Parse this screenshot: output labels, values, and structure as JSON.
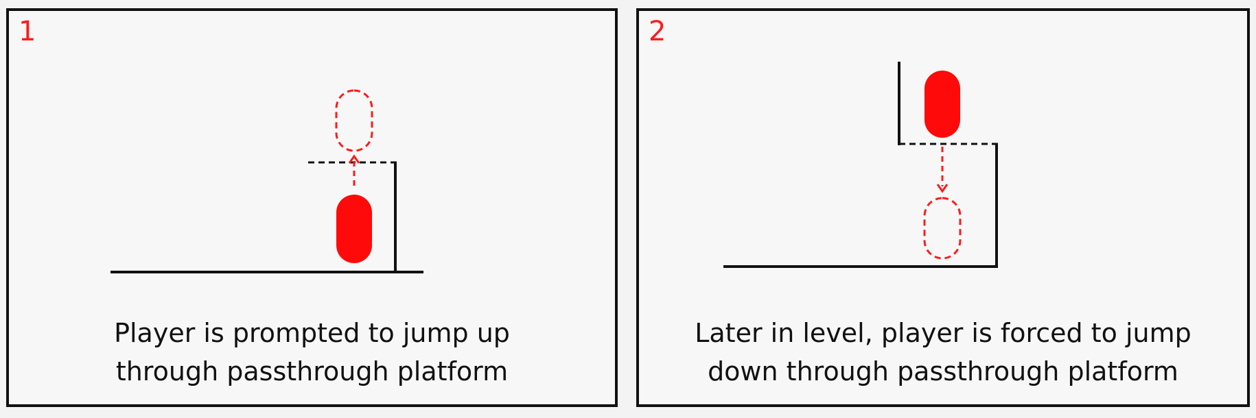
{
  "panels": [
    {
      "number": "1",
      "caption_line1": "Player is prompted to jump up",
      "caption_line2": "through passthrough platform"
    },
    {
      "number": "2",
      "caption_line1": "Later in level, player is forced to jump",
      "caption_line2": "down through passthrough platform"
    }
  ],
  "colors": {
    "player": "#ff0a0a",
    "outline": "#111111",
    "text": "#111111",
    "number": "#ff1a1a"
  }
}
